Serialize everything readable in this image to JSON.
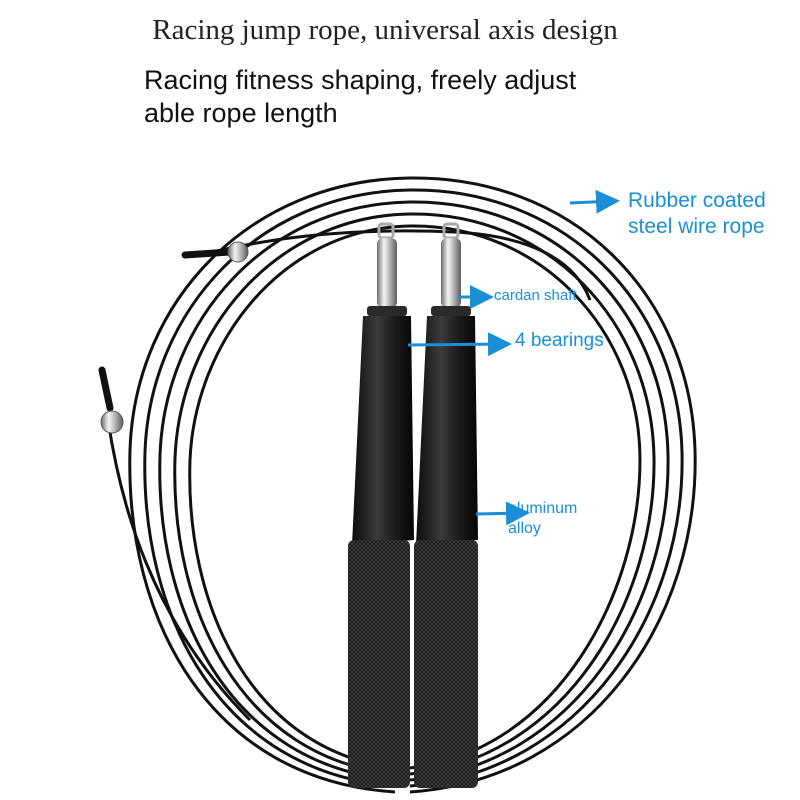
{
  "title": "Racing jump rope, universal axis design",
  "subtitle": {
    "line1": "Racing fitness shaping, freely adjust",
    "line2": "able rope length"
  },
  "callouts": {
    "rope": {
      "line1": "Rubber coated",
      "line2": "steel wire rope"
    },
    "cardan_shaft": "cardan shaft",
    "bearings": "4 bearings",
    "alloy": {
      "line1": "aluminum",
      "line2": "alloy"
    }
  },
  "colors": {
    "accent": "#1a8fd6",
    "handle": "#1b1b1b",
    "rope": "#111111"
  }
}
